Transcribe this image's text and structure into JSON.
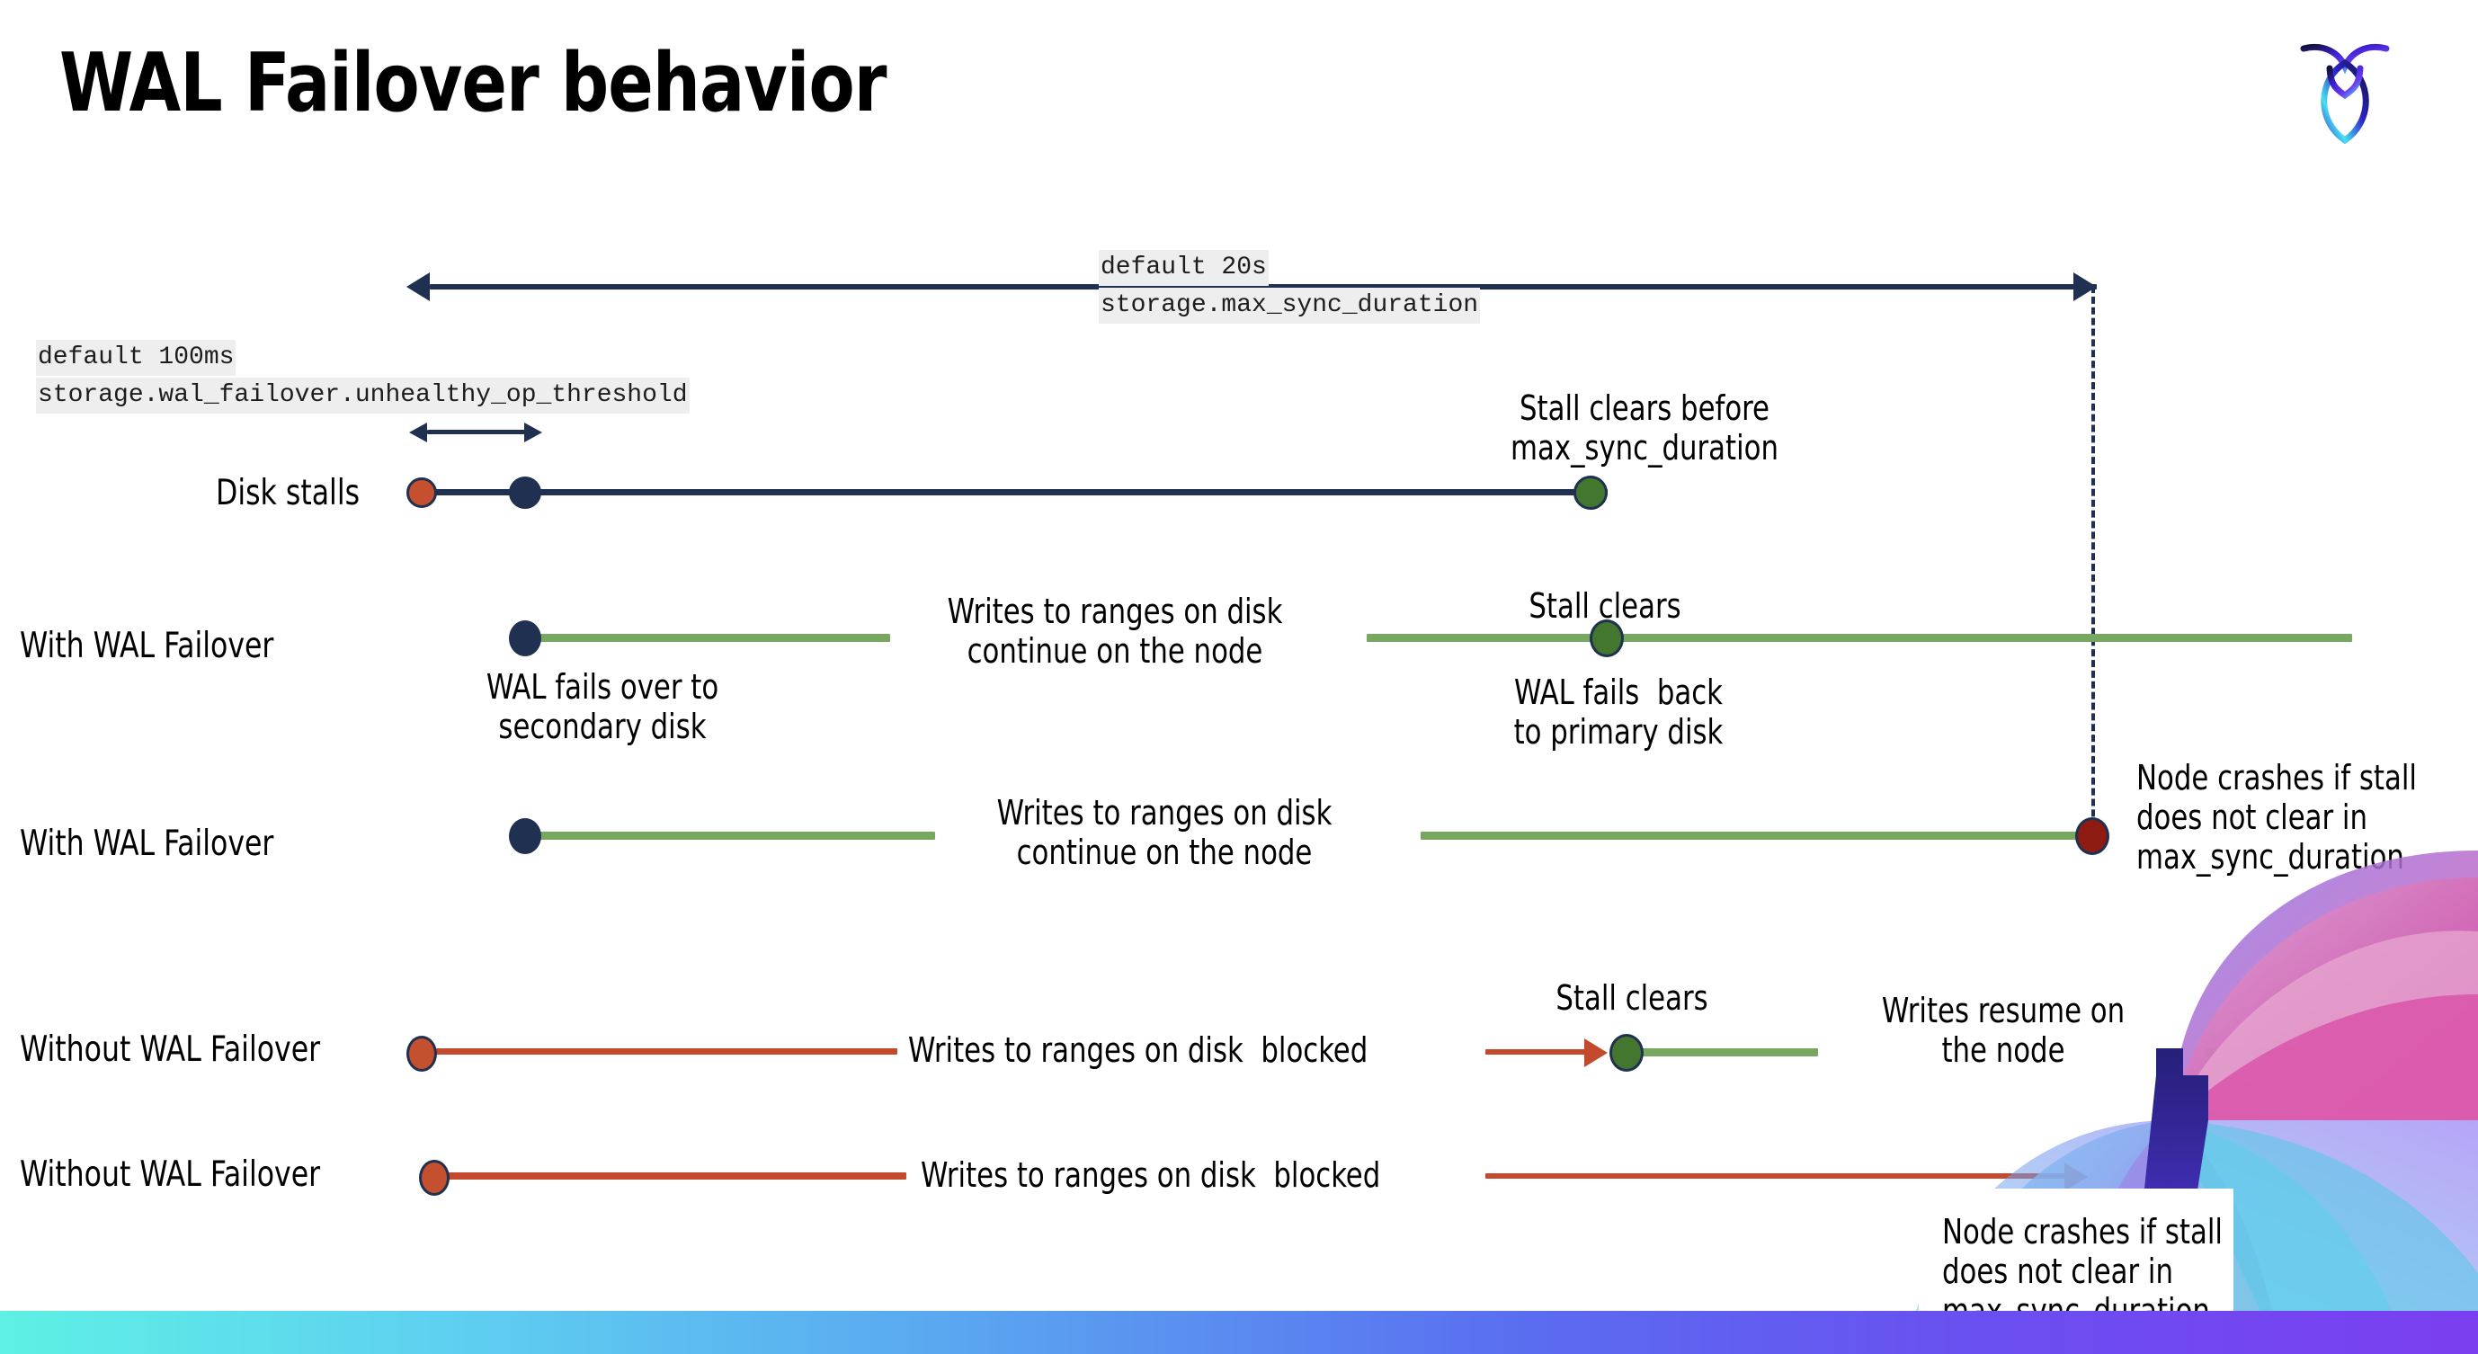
{
  "slide": {
    "title": "WAL Failover behavior",
    "logo_name": "cockroachdb-logo"
  },
  "annotations": {
    "max_sync": {
      "line1": "default 20s",
      "line2": "storage.max_sync_duration"
    },
    "unhealthy_threshold": {
      "line1": "default 100ms",
      "line2": "storage.wal_failover.unhealthy_op_threshold"
    }
  },
  "rows": [
    {
      "id": "disk-stalls",
      "label": "Disk stalls",
      "notes": [
        {
          "id": "stall-clears-before",
          "text": "Stall clears before\nmax_sync_duration"
        }
      ]
    },
    {
      "id": "with-wal-failover-1",
      "label": "With WAL Failover",
      "notes": [
        {
          "id": "wal-fails-over",
          "text": "WAL fails over to\nsecondary disk"
        },
        {
          "id": "writes-continue-1",
          "text": "Writes to ranges on disk\ncontinue on the node"
        },
        {
          "id": "stall-clears-1",
          "text": "Stall clears"
        },
        {
          "id": "wal-fails-back",
          "text": "WAL fails  back\nto primary disk"
        }
      ]
    },
    {
      "id": "with-wal-failover-2",
      "label": "With WAL Failover",
      "notes": [
        {
          "id": "writes-continue-2",
          "text": "Writes to ranges on disk\ncontinue on the node"
        },
        {
          "id": "node-crashes-1",
          "text": "Node crashes if stall\ndoes not clear in\nmax_sync_duration"
        }
      ]
    },
    {
      "id": "without-wal-failover-1",
      "label": "Without WAL Failover",
      "notes": [
        {
          "id": "writes-blocked-1",
          "text": "Writes to ranges on disk  blocked"
        },
        {
          "id": "stall-clears-2",
          "text": "Stall clears"
        },
        {
          "id": "writes-resume",
          "text": "Writes resume on\nthe node"
        }
      ]
    },
    {
      "id": "without-wal-failover-2",
      "label": "Without WAL Failover",
      "notes": [
        {
          "id": "writes-blocked-2",
          "text": "Writes to ranges on disk  blocked"
        },
        {
          "id": "node-crashes-2",
          "text": "Node crashes if stall\ndoes not clear in\nmax_sync_duration"
        }
      ]
    }
  ],
  "colors": {
    "navy": "#1f3050",
    "green_line": "#78a860",
    "red_line": "#c34a2c",
    "green_dot": "#43762e",
    "red_dot": "#c4502f",
    "dark_red_dot": "#8e1b12",
    "code_bg": "#eeeeee"
  }
}
